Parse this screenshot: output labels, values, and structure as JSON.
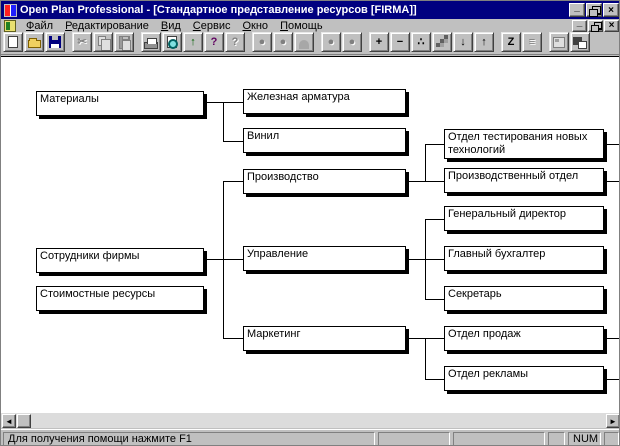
{
  "window": {
    "title": "Open Plan Professional - [Стандартное представление ресурсов [FIRMA]]",
    "controls": {
      "minimize_glyph": "_",
      "restore": "restore-window",
      "close_glyph": "×"
    }
  },
  "menu": {
    "items": [
      {
        "label": "Файл"
      },
      {
        "label": "Редактирование"
      },
      {
        "label": "Вид"
      },
      {
        "label": "Сервис"
      },
      {
        "label": "Окно"
      },
      {
        "label": "Помощь"
      }
    ]
  },
  "toolbar": {
    "buttons": [
      {
        "name": "new-document",
        "enabled": true
      },
      {
        "name": "open-file",
        "enabled": true
      },
      {
        "name": "save-file",
        "enabled": true
      },
      {
        "name": "cut",
        "enabled": false,
        "glyph": "✂"
      },
      {
        "name": "copy",
        "enabled": false
      },
      {
        "name": "paste",
        "enabled": false
      },
      {
        "name": "print",
        "enabled": true
      },
      {
        "name": "print-preview",
        "enabled": true
      },
      {
        "name": "import-data",
        "enabled": true,
        "glyph": "↑"
      },
      {
        "name": "help",
        "enabled": true,
        "glyph": "?"
      },
      {
        "name": "context-help",
        "enabled": false,
        "glyph": "?"
      },
      {
        "name": "activity-circle",
        "enabled": false,
        "glyph": "●"
      },
      {
        "name": "activity-circle-query",
        "enabled": false,
        "glyph": "●"
      },
      {
        "name": "activity-dome",
        "enabled": false
      },
      {
        "name": "resource-circle-a",
        "enabled": false,
        "glyph": "●"
      },
      {
        "name": "resource-circle-b",
        "enabled": false,
        "glyph": "●"
      },
      {
        "name": "add-item",
        "enabled": true,
        "glyph": "+"
      },
      {
        "name": "remove-item",
        "enabled": true,
        "glyph": "−"
      },
      {
        "name": "link-nodes",
        "enabled": true,
        "glyph": "∴"
      },
      {
        "name": "hierarchy-steps",
        "enabled": true
      },
      {
        "name": "move-down",
        "enabled": true,
        "glyph": "↓"
      },
      {
        "name": "move-up",
        "enabled": true,
        "glyph": "↑"
      },
      {
        "name": "zigzag-view",
        "enabled": true,
        "glyph": "Z"
      },
      {
        "name": "notes-view",
        "enabled": false,
        "glyph": "≡"
      },
      {
        "name": "window-tile",
        "enabled": false
      },
      {
        "name": "window-cascade",
        "enabled": true
      }
    ]
  },
  "diagram": {
    "nodes": [
      {
        "id": "materials",
        "label": "Материалы"
      },
      {
        "id": "employees",
        "label": "Сотрудники фирмы"
      },
      {
        "id": "cost-resources",
        "label": "Стоимостные ресурсы"
      },
      {
        "id": "iron-fittings",
        "label": "Железная арматура"
      },
      {
        "id": "vinyl",
        "label": "Винил"
      },
      {
        "id": "production",
        "label": "Производство"
      },
      {
        "id": "management",
        "label": "Управление"
      },
      {
        "id": "marketing",
        "label": "Маркетинг"
      },
      {
        "id": "test-dept",
        "label": "Отдел тестирования новых технологий"
      },
      {
        "id": "prod-dept",
        "label": "Производственный отдел"
      },
      {
        "id": "director",
        "label": "Генеральный директор"
      },
      {
        "id": "accountant",
        "label": "Главный бухгалтер"
      },
      {
        "id": "secretary",
        "label": "Секретарь"
      },
      {
        "id": "sales-dept",
        "label": "Отдел продаж"
      },
      {
        "id": "ad-dept",
        "label": "Отдел рекламы"
      }
    ]
  },
  "scrollbar": {
    "left_arrow": "◄",
    "right_arrow": "►"
  },
  "statusbar": {
    "help_text": "Для получения помощи нажмите F1",
    "num_indicator": "NUM"
  },
  "colors": {
    "titlebar": "#000080",
    "chrome": "#c0c0c0",
    "canvas": "#ffffff",
    "box_border": "#000000"
  }
}
